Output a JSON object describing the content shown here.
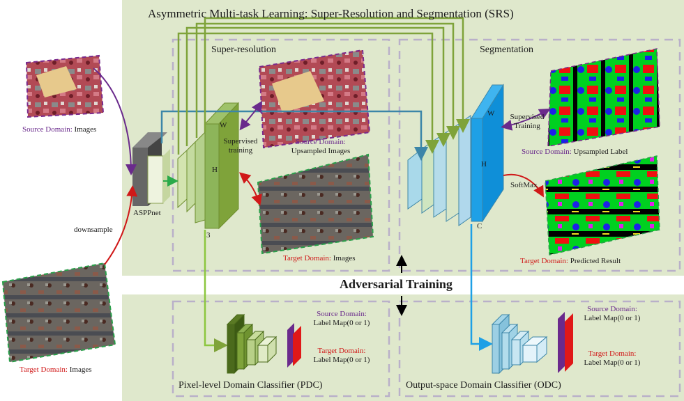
{
  "title": "Asymmetric Multi-task Learning: Super-Resolution and Segmentation (SRS)",
  "sections": {
    "super_resolution": "Super-resolution",
    "segmentation": "Segmentation",
    "pdc": "Pixel-level Domain Classifier (PDC)",
    "odc": "Output-space Domain Classifier (ODC)"
  },
  "adversarial": "Adversarial Training",
  "left": {
    "source_domain": "Source Domain:",
    "source_images": "Images",
    "target_domain": "Target Domain:",
    "target_images": "Images",
    "downsample": "downsample"
  },
  "sr": {
    "asppnet": "ASPPnet",
    "w": "W",
    "h": "H",
    "three": "3",
    "supervised": "Supervised",
    "training": "training",
    "source_domain": "Source Domain:",
    "upsampled_images": "Upsampled Images",
    "target_domain": "Target Domain:",
    "target_images": "Images"
  },
  "seg": {
    "w": "W",
    "h": "H",
    "c": "C",
    "supervised": "Supervised",
    "training": "Training",
    "softmax": "SoftMax",
    "source_domain": "Source Domain:",
    "upsampled_label": "Upsampled Label",
    "target_domain": "Target Domain:",
    "predicted_result": "Predicted Result"
  },
  "classifier": {
    "source_domain": "Source Domain:",
    "target_domain": "Target Domain:",
    "label_map": "Label Map(0 or 1)"
  },
  "colors": {
    "panel_bg": "#dfe8cc",
    "dash": "#b9b0c9",
    "sr_green": "#7fa33a",
    "teal": "#3c86a8",
    "seg_blue": "#1ea0e6",
    "purple": "#6a2a8c",
    "red": "#d01818"
  }
}
